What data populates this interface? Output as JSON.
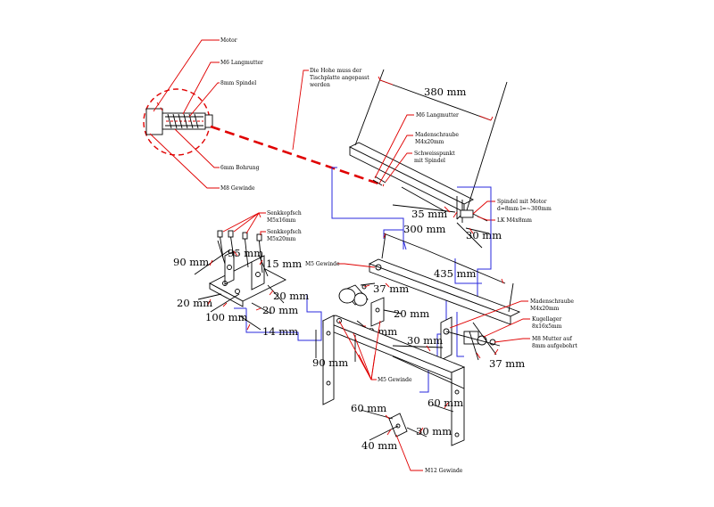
{
  "colors": {
    "annotation": "#e00000",
    "wiring": "#2a2adc",
    "line": "#000000"
  },
  "callouts": {
    "motor": "Motor",
    "m6_langmutter": "M6 Langmutter",
    "spindel_8mm": "8mm Spindel",
    "bohrung_6mm": "6mm Bohrung",
    "m8_gewinde": "M8 Gewinde",
    "hoehe_note": [
      "Die Hohe muss der",
      "Tischplatte angepasst",
      "werden"
    ],
    "m6_langmutter_2": "M6 Langmutter",
    "madenschraube_top": [
      "Madenschraube",
      "M4x20mm"
    ],
    "schweisspunkt": [
      "Schweisspunkt",
      "mit Spindel"
    ],
    "spindel_motor": [
      "Spindel mit Motor",
      "d=8mm l=~300mm"
    ],
    "lk": "LK M4x8mm",
    "senkkopf_a": [
      "Senkkopfsch",
      "M5x16mm"
    ],
    "senkkopf_b": [
      "Senkkopfsch",
      "M5x20mm"
    ],
    "m5_gewinde_a": "M5 Gewinde",
    "m5_gewinde_b": "M5 Gewinde",
    "madenschraube_right": [
      "Madenschraube",
      "M4x20mm"
    ],
    "kugellager": [
      "Kugellager",
      "8x16x5mm"
    ],
    "m8_mutter": [
      "M8 Mutter auf",
      "8mm aufgebohrt"
    ],
    "m12_gewinde": "M12 Gewinde"
  },
  "dimensions": {
    "d380": "380 mm",
    "d35": "35 mm",
    "d300": "300 mm",
    "d30a": "30 mm",
    "d435": "435 mm",
    "d90a": "90 mm",
    "d95": "95 mm",
    "d15": "15 mm",
    "d20a": "20 mm",
    "d20b": "20 mm",
    "d20c": "20 mm",
    "d100": "100 mm",
    "d14": "14 mm",
    "d37a": "37 mm",
    "d20d": "20 mm",
    "d40a": "40 mm",
    "d30b": "30 mm",
    "d37b": "37 mm",
    "d90b": "90 mm",
    "d60a": "60 mm",
    "d60b": "60 mm",
    "d30c": "30 mm",
    "d40b": "40 mm"
  }
}
